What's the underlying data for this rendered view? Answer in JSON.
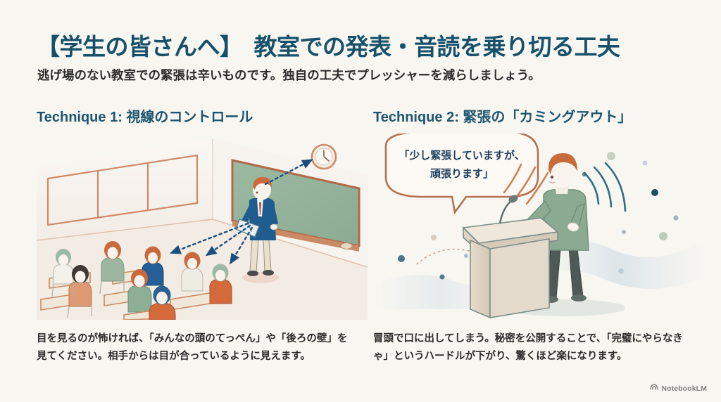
{
  "slide": {
    "background_color": "#f7f6f1",
    "title": "【学生の皆さんへ】　教室での発表・音読を乗り切る工夫",
    "title_color": "#17506a",
    "subtitle": "逃げ場のない教室での緊張は辛いものです。独自の工夫でプレッシャーを減らしましょう。",
    "subtitle_color": "#2c2c2c"
  },
  "techniques": [
    {
      "heading": "Technique 1: 視線のコントロール",
      "heading_color": "#1d5570",
      "illustration": "classroom-gaze-illustration",
      "caption": "目を見るのが怖ければ、「みんなの頭のてっぺん」や「後ろの壁」を見てください。相手からは目が合っているように見えます。"
    },
    {
      "heading": "Technique 2: 緊張の「カミングアウト」",
      "heading_color": "#1d5570",
      "illustration": "podium-speaker-illustration",
      "speech_bubble_line1": "「少し緊張していますが、",
      "speech_bubble_line2": "頑張ります」",
      "speech_bubble_text_color": "#1d3f5c",
      "caption": "冒頭で口に出してしまう。秘密を公開することで、「完璧にやらなきゃ」というハードルが下がり、驚くほど楽になります。"
    }
  ],
  "palette": {
    "teal": "#1d5570",
    "terracotta": "#c77b5c",
    "chalkboard_green": "#8fae96",
    "navy": "#1f4f7a",
    "sweater_green": "#8aab92",
    "podium_beige": "#ded3c2",
    "hair_orange": "#c96a3c"
  },
  "watermark": {
    "icon": "notebooklm-logo-icon",
    "label": "NotebookLM"
  }
}
